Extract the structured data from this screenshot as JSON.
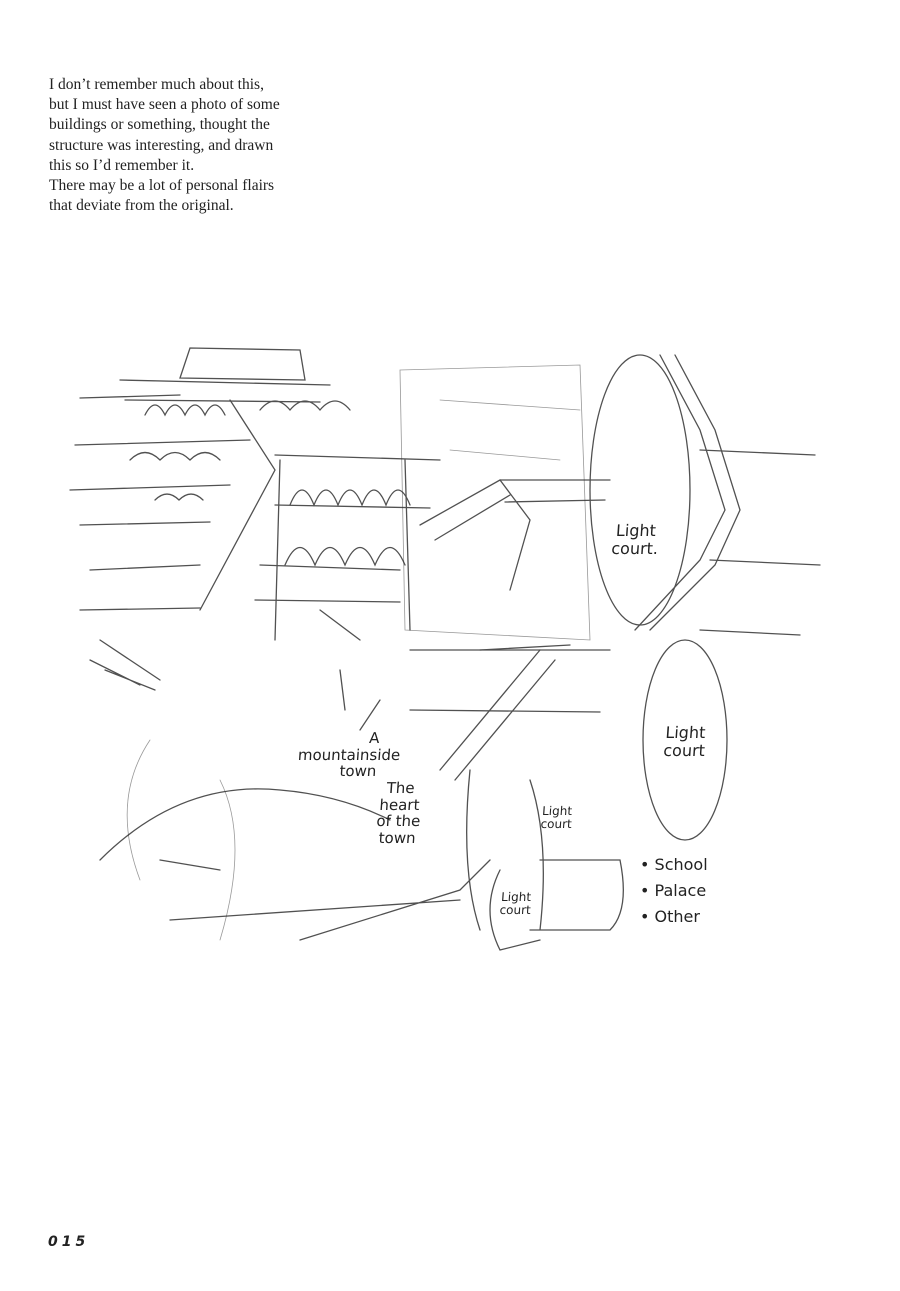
{
  "caption": {
    "lines": [
      "I don’t remember much about this,",
      "but I must have seen a photo of some",
      "buildings or something, thought the",
      "structure was interesting, and drawn",
      "this so I’d remember it.",
      "There may be a lot of personal flairs",
      "that deviate from the original."
    ]
  },
  "sketch": {
    "notes": {
      "light_court_top": [
        "Light",
        "court."
      ],
      "mountainside": [
        "A",
        "mountainside",
        "town"
      ],
      "heart": [
        "The",
        "heart",
        "of the",
        "town"
      ],
      "light_court_right": [
        "Light",
        "court"
      ],
      "light_court_small_upper": [
        "Light",
        "court"
      ],
      "light_court_small_lower": [
        "Light",
        "court"
      ]
    },
    "list": [
      "School",
      "Palace",
      "Other"
    ]
  },
  "page_number": "015"
}
